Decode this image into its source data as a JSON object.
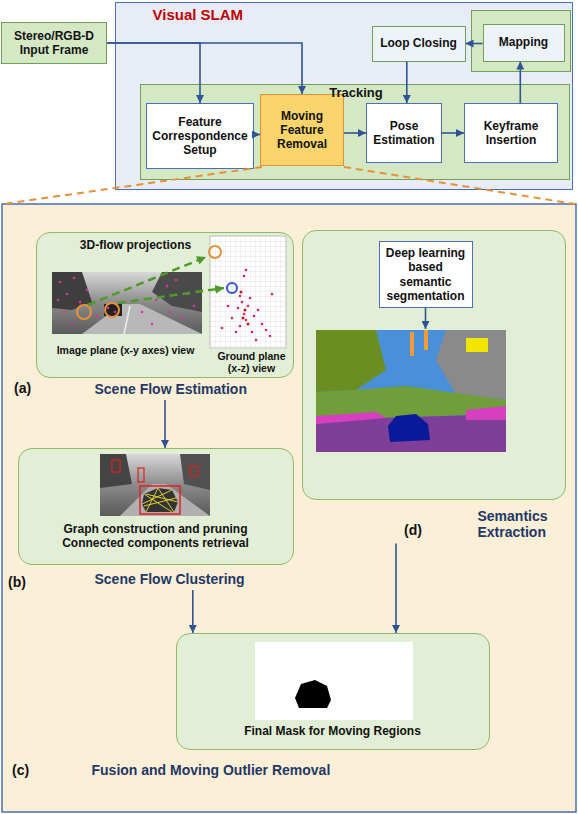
{
  "diagram": {
    "nodes": [
      {
        "text": [
          "Visual SLAM"
        ]
      },
      {
        "text": [
          "Stereo/RGB-D Input Frame"
        ]
      },
      {
        "text": [
          "Loop Closing"
        ],
        "in": 0
      },
      {
        "text": [
          "Mapping"
        ],
        "in": 0
      },
      {
        "text": [
          "Tracking"
        ],
        "in": 0
      },
      {
        "text": [
          "Feature Correspondence Setup"
        ],
        "in": 4
      },
      {
        "text": [
          "Moving Feature Removal"
        ],
        "in": 4
      },
      {
        "text": [
          "Pose Estimation"
        ],
        "in": 4
      },
      {
        "text": [
          "Keyframe Insertion"
        ],
        "in": 4
      },
      {
        "text": [
          "3D-flow projections",
          "Image plane (x-y axes) view",
          "Ground plane (x-z) view",
          "Scene Flow Estimation"
        ]
      },
      {
        "text": [
          "Graph construction and pruning Connected components retrieval",
          "Scene Flow Clustering"
        ]
      },
      {
        "text": [
          "Semantics Extraction"
        ]
      },
      {
        "text": [
          "Deep learning based semantic segmentation"
        ],
        "in": 11
      },
      {
        "text": [
          "Final Mask for Moving Regions",
          "Fusion and Moving Outlier Removal"
        ]
      }
    ],
    "edges": [
      {
        "from": 1,
        "to": 5,
        "arrow": "to"
      },
      {
        "from": 1,
        "to": 6,
        "arrow": "to"
      },
      {
        "from": 5,
        "to": 6,
        "arrow": "to"
      },
      {
        "from": 6,
        "to": 7,
        "arrow": "to"
      },
      {
        "from": 7,
        "to": 8,
        "arrow": "to"
      },
      {
        "from": 8,
        "to": 3,
        "arrow": "to"
      },
      {
        "from": 3,
        "to": 2,
        "arrow": "to"
      },
      {
        "from": 2,
        "to": 7,
        "arrow": "to"
      },
      {
        "from": 9,
        "to": 10,
        "arrow": "to"
      },
      {
        "from": 10,
        "to": 13,
        "arrow": "to"
      },
      {
        "from": 11,
        "to": 13,
        "arrow": "to"
      }
    ],
    "labels": [
      "(a)",
      "(b)",
      "(d)",
      "(c)"
    ]
  }
}
